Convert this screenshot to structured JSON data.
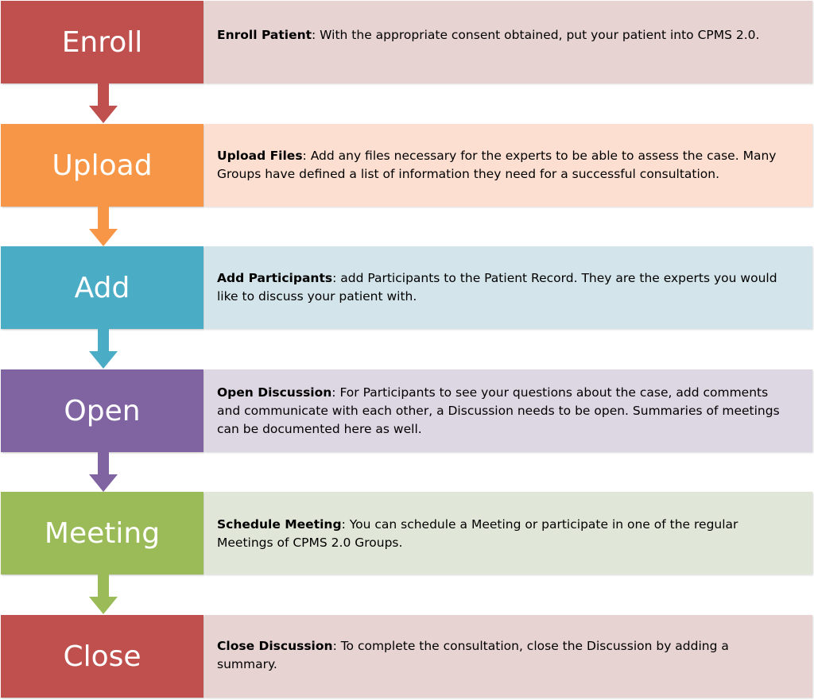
{
  "steps": [
    {
      "label": "Enroll",
      "title": "Enroll Patient",
      "text": ": With the appropriate consent obtained, put your patient into CPMS 2.0.",
      "color": "#c0504d",
      "bg": "#e8d3d3"
    },
    {
      "label": "Upload",
      "title": "Upload Files",
      "text": ": Add any files necessary for the experts to be able to assess the case. Many Groups have defined a list of information they need for a successful consultation.",
      "color": "#f79646",
      "bg": "#fcdfd1"
    },
    {
      "label": "Add",
      "title": "Add Participants",
      "text": ": add Participants to the Patient Record. They are the experts you would like to discuss your patient with.",
      "color": "#4bacc6",
      "bg": "#d3e4ea"
    },
    {
      "label": "Open",
      "title": "Open Discussion",
      "text": ": For Participants to see your questions about the case, add comments and communicate with each other, a Discussion needs to be open. Summaries of meetings can be documented here as well.",
      "color": "#8064a2",
      "bg": "#ddd6e3"
    },
    {
      "label": "Meeting",
      "title": "Schedule Meeting",
      "text": ": You can schedule a Meeting or participate in one of the regular Meetings of CPMS 2.0 Groups.",
      "color": "#9bbb59",
      "bg": "#e1e7d8"
    },
    {
      "label": "Close",
      "title": "Close Discussion",
      "text": ": To complete the consultation, close the Discussion by adding a summary.",
      "color": "#c0504d",
      "bg": "#e8d3d3"
    }
  ]
}
